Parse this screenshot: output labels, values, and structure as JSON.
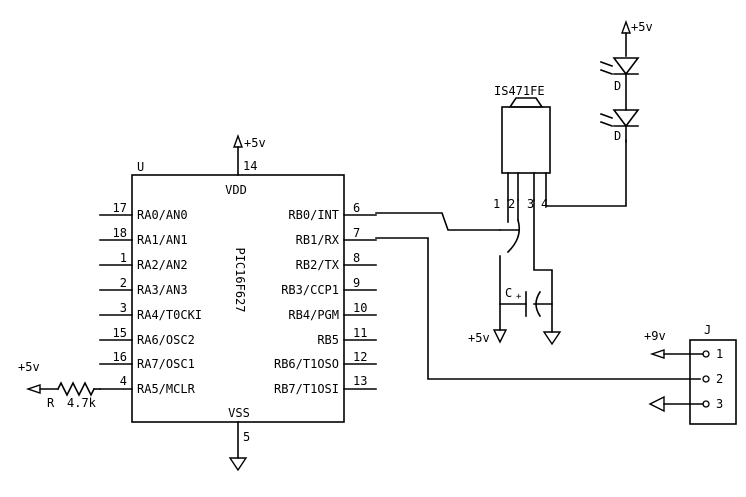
{
  "chip": {
    "ref": "U",
    "name": "PIC16F627",
    "vdd_label": "VDD",
    "vdd_pin": "14",
    "vdd_supply": "+5v",
    "vss_label": "VSS",
    "vss_pin": "5",
    "left_pins": [
      {
        "num": "17",
        "name": "RA0/AN0"
      },
      {
        "num": "18",
        "name": "RA1/AN1"
      },
      {
        "num": "1",
        "name": "RA2/AN2"
      },
      {
        "num": "2",
        "name": "RA3/AN3"
      },
      {
        "num": "3",
        "name": "RA4/T0CKI"
      },
      {
        "num": "15",
        "name": "RA6/OSC2"
      },
      {
        "num": "16",
        "name": "RA7/OSC1"
      },
      {
        "num": "4",
        "name": "RA5/MCLR"
      }
    ],
    "right_pins": [
      {
        "num": "6",
        "name": "RB0/INT"
      },
      {
        "num": "7",
        "name": "RB1/RX"
      },
      {
        "num": "8",
        "name": "RB2/TX"
      },
      {
        "num": "9",
        "name": "RB3/CCP1"
      },
      {
        "num": "10",
        "name": "RB4/PGM"
      },
      {
        "num": "11",
        "name": "RB5"
      },
      {
        "num": "12",
        "name": "RB6/T1OSO"
      },
      {
        "num": "13",
        "name": "RB7/T1OSI"
      }
    ]
  },
  "resistor": {
    "ref": "R",
    "value": "4.7k",
    "supply": "+5v"
  },
  "sensor": {
    "name": "IS471FE",
    "pins": [
      "1",
      "2",
      "3",
      "4"
    ],
    "supply": "+5v"
  },
  "capacitor": {
    "ref": "C"
  },
  "leds": {
    "supply": "+5v",
    "items": [
      {
        "ref": "D"
      },
      {
        "ref": "D"
      }
    ]
  },
  "connector": {
    "ref": "J",
    "supply": "+9v",
    "pins": [
      "1",
      "2",
      "3"
    ]
  }
}
